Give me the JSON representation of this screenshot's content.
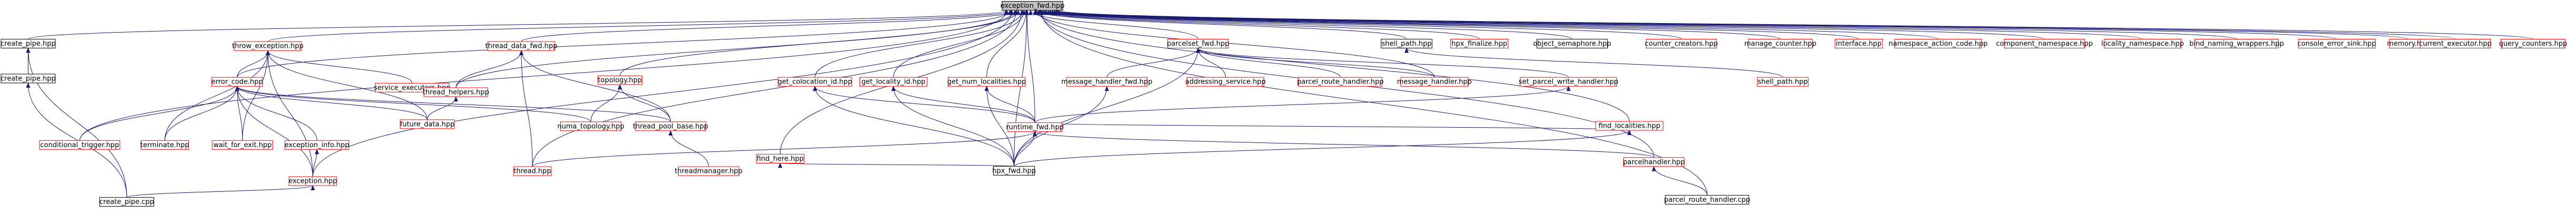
{
  "diagram": {
    "root": "exception_fwd.hpp",
    "colors": {
      "edge": "#191970",
      "border_linked": "#ff0000",
      "border_plain": "#000000",
      "root_fill": "#bfbfbf"
    },
    "nodes": [
      {
        "id": "exception_fwd",
        "label": "exception_fwd.hpp",
        "style": "root"
      },
      {
        "id": "create_pipe_hpp_a",
        "label": "create_pipe.hpp",
        "style": "black"
      },
      {
        "id": "create_pipe_hpp_b",
        "label": "create_pipe.hpp",
        "style": "black"
      },
      {
        "id": "create_pipe_cpp",
        "label": "create_pipe.cpp",
        "style": "black"
      },
      {
        "id": "throw_exception",
        "label": "throw_exception.hpp",
        "style": "red"
      },
      {
        "id": "error_code",
        "label": "error_code.hpp",
        "style": "red"
      },
      {
        "id": "conditional_trigger",
        "label": "conditional_trigger.hpp",
        "style": "red"
      },
      {
        "id": "terminate",
        "label": "terminate.hpp",
        "style": "red"
      },
      {
        "id": "wait_for_exit",
        "label": "wait_for_exit.hpp",
        "style": "red"
      },
      {
        "id": "exception_info",
        "label": "exception_info.hpp",
        "style": "red"
      },
      {
        "id": "exception",
        "label": "exception.hpp",
        "style": "red"
      },
      {
        "id": "service_executors",
        "label": "service_executors.hpp",
        "style": "red"
      },
      {
        "id": "future_data",
        "label": "future_data.hpp",
        "style": "red"
      },
      {
        "id": "thread_data_fwd",
        "label": "thread_data_fwd.hpp",
        "style": "red"
      },
      {
        "id": "thread_helpers",
        "label": "thread_helpers.hpp",
        "style": "red"
      },
      {
        "id": "topology",
        "label": "topology.hpp",
        "style": "red"
      },
      {
        "id": "numa_topology",
        "label": "numa_topology.hpp",
        "style": "red"
      },
      {
        "id": "thread_pool_base",
        "label": "thread_pool_base.hpp",
        "style": "red"
      },
      {
        "id": "thread",
        "label": "thread.hpp",
        "style": "red"
      },
      {
        "id": "threadmanager",
        "label": "threadmanager.hpp",
        "style": "red"
      },
      {
        "id": "find_here",
        "label": "find_here.hpp",
        "style": "red"
      },
      {
        "id": "get_colocation_id",
        "label": "get_colocation_id.hpp",
        "style": "red"
      },
      {
        "id": "get_locality_id",
        "label": "get_locality_id.hpp",
        "style": "red"
      },
      {
        "id": "get_num_localities",
        "label": "get_num_localities.hpp",
        "style": "red"
      },
      {
        "id": "hpx_fwd",
        "label": "hpx_fwd.hpp",
        "style": "black"
      },
      {
        "id": "runtime_fwd",
        "label": "runtime_fwd.hpp",
        "style": "red"
      },
      {
        "id": "parcelset_fwd",
        "label": "parcelset_fwd.hpp",
        "style": "red"
      },
      {
        "id": "message_handler_fwd",
        "label": "message_handler_fwd.hpp",
        "style": "red"
      },
      {
        "id": "addressing_service",
        "label": "addressing_service.hpp",
        "style": "red"
      },
      {
        "id": "parcel_route_handler_hpp",
        "label": "parcel_route_handler.hpp",
        "style": "red"
      },
      {
        "id": "shell_path_a",
        "label": "shell_path.hpp",
        "style": "black"
      },
      {
        "id": "message_handler",
        "label": "message_handler.hpp",
        "style": "red"
      },
      {
        "id": "set_parcel_write_handler",
        "label": "set_parcel_write_handler.hpp",
        "style": "red"
      },
      {
        "id": "find_localities",
        "label": "find_localities.hpp",
        "style": "red"
      },
      {
        "id": "hpx_finalize",
        "label": "hpx_finalize.hpp",
        "style": "red"
      },
      {
        "id": "object_semaphore",
        "label": "object_semaphore.hpp",
        "style": "black"
      },
      {
        "id": "shell_path_b",
        "label": "shell_path.hpp",
        "style": "red"
      },
      {
        "id": "parcelhandler",
        "label": "parcelhandler.hpp",
        "style": "red"
      },
      {
        "id": "parcel_route_handler_cpp",
        "label": "parcel_route_handler.cpp",
        "style": "black"
      },
      {
        "id": "counter_creators",
        "label": "counter_creators.hpp",
        "style": "red"
      },
      {
        "id": "manage_counter",
        "label": "manage_counter.hpp",
        "style": "red"
      },
      {
        "id": "interface",
        "label": "interface.hpp",
        "style": "red"
      },
      {
        "id": "namespace_action_code",
        "label": "namespace_action_code.hpp",
        "style": "red"
      },
      {
        "id": "component_namespace",
        "label": "component_namespace.hpp",
        "style": "red"
      },
      {
        "id": "locality_namespace",
        "label": "locality_namespace.hpp",
        "style": "red"
      },
      {
        "id": "bind_naming_wrappers",
        "label": "bind_naming_wrappers.hpp",
        "style": "red"
      },
      {
        "id": "console_error_sink",
        "label": "console_error_sink.hpp",
        "style": "red"
      },
      {
        "id": "memory",
        "label": "memory.hpp",
        "style": "red"
      },
      {
        "id": "current_executor",
        "label": "current_executor.hpp",
        "style": "red"
      },
      {
        "id": "query_counters",
        "label": "query_counters.hpp",
        "style": "red"
      }
    ],
    "edges": [
      [
        "create_pipe_hpp_a",
        "exception_fwd"
      ],
      [
        "create_pipe_hpp_b",
        "create_pipe_hpp_a"
      ],
      [
        "create_pipe_cpp",
        "create_pipe_hpp_b"
      ],
      [
        "create_pipe_cpp",
        "create_pipe_hpp_a"
      ],
      [
        "throw_exception",
        "exception_fwd"
      ],
      [
        "error_code",
        "throw_exception"
      ],
      [
        "error_code",
        "exception_fwd"
      ],
      [
        "conditional_trigger",
        "error_code"
      ],
      [
        "conditional_trigger",
        "exception_fwd"
      ],
      [
        "terminate",
        "error_code"
      ],
      [
        "terminate",
        "throw_exception"
      ],
      [
        "wait_for_exit",
        "error_code"
      ],
      [
        "wait_for_exit",
        "throw_exception"
      ],
      [
        "exception_info",
        "error_code"
      ],
      [
        "exception",
        "exception_info"
      ],
      [
        "exception",
        "error_code"
      ],
      [
        "exception",
        "throw_exception"
      ],
      [
        "exception",
        "exception_fwd"
      ],
      [
        "create_pipe_cpp",
        "exception"
      ],
      [
        "service_executors",
        "throw_exception"
      ],
      [
        "future_data",
        "error_code"
      ],
      [
        "future_data",
        "throw_exception"
      ],
      [
        "future_data",
        "thread_helpers"
      ],
      [
        "thread_data_fwd",
        "exception_fwd"
      ],
      [
        "thread_helpers",
        "thread_data_fwd"
      ],
      [
        "thread_helpers",
        "exception_fwd"
      ],
      [
        "topology",
        "exception_fwd"
      ],
      [
        "numa_topology",
        "topology"
      ],
      [
        "numa_topology",
        "error_code"
      ],
      [
        "thread_pool_base",
        "topology"
      ],
      [
        "thread_pool_base",
        "error_code"
      ],
      [
        "thread_pool_base",
        "thread_data_fwd"
      ],
      [
        "thread",
        "thread_data_fwd"
      ],
      [
        "thread",
        "exception_fwd"
      ],
      [
        "threadmanager",
        "thread_pool_base"
      ],
      [
        "find_here",
        "exception_fwd"
      ],
      [
        "get_colocation_id",
        "exception_fwd"
      ],
      [
        "get_locality_id",
        "exception_fwd"
      ],
      [
        "get_num_localities",
        "exception_fwd"
      ],
      [
        "hpx_fwd",
        "find_here"
      ],
      [
        "hpx_fwd",
        "get_colocation_id"
      ],
      [
        "hpx_fwd",
        "get_locality_id"
      ],
      [
        "hpx_fwd",
        "get_num_localities"
      ],
      [
        "hpx_fwd",
        "runtime_fwd"
      ],
      [
        "hpx_fwd",
        "find_localities"
      ],
      [
        "hpx_fwd",
        "exception_fwd"
      ],
      [
        "runtime_fwd",
        "get_colocation_id"
      ],
      [
        "runtime_fwd",
        "get_locality_id"
      ],
      [
        "runtime_fwd",
        "get_num_localities"
      ],
      [
        "runtime_fwd",
        "set_parcel_write_handler"
      ],
      [
        "runtime_fwd",
        "find_localities"
      ],
      [
        "runtime_fwd",
        "exception_fwd"
      ],
      [
        "thread",
        "runtime_fwd"
      ],
      [
        "parcelset_fwd",
        "exception_fwd"
      ],
      [
        "message_handler_fwd",
        "parcelset_fwd"
      ],
      [
        "addressing_service",
        "parcelset_fwd"
      ],
      [
        "parcel_route_handler_hpp",
        "parcelset_fwd"
      ],
      [
        "message_handler",
        "parcelset_fwd"
      ],
      [
        "message_handler",
        "exception_fwd"
      ],
      [
        "set_parcel_write_handler",
        "parcelset_fwd"
      ],
      [
        "hpx_fwd",
        "message_handler_fwd"
      ],
      [
        "hpx_fwd",
        "parcelset_fwd"
      ],
      [
        "parcelhandler",
        "runtime_fwd"
      ],
      [
        "parcelhandler",
        "exception_fwd"
      ],
      [
        "parcel_route_handler_cpp",
        "parcelhandler"
      ],
      [
        "parcel_route_handler_cpp",
        "exception_fwd"
      ],
      [
        "shell_path_a",
        "exception_fwd"
      ],
      [
        "shell_path_b",
        "shell_path_a"
      ],
      [
        "hpx_finalize",
        "exception_fwd"
      ],
      [
        "object_semaphore",
        "exception_fwd"
      ],
      [
        "find_localities",
        "exception_fwd"
      ],
      [
        "counter_creators",
        "exception_fwd"
      ],
      [
        "manage_counter",
        "exception_fwd"
      ],
      [
        "interface",
        "exception_fwd"
      ],
      [
        "namespace_action_code",
        "exception_fwd"
      ],
      [
        "component_namespace",
        "exception_fwd"
      ],
      [
        "locality_namespace",
        "exception_fwd"
      ],
      [
        "bind_naming_wrappers",
        "exception_fwd"
      ],
      [
        "console_error_sink",
        "exception_fwd"
      ],
      [
        "memory",
        "exception_fwd"
      ],
      [
        "current_executor",
        "exception_fwd"
      ],
      [
        "query_counters",
        "exception_fwd"
      ]
    ]
  }
}
